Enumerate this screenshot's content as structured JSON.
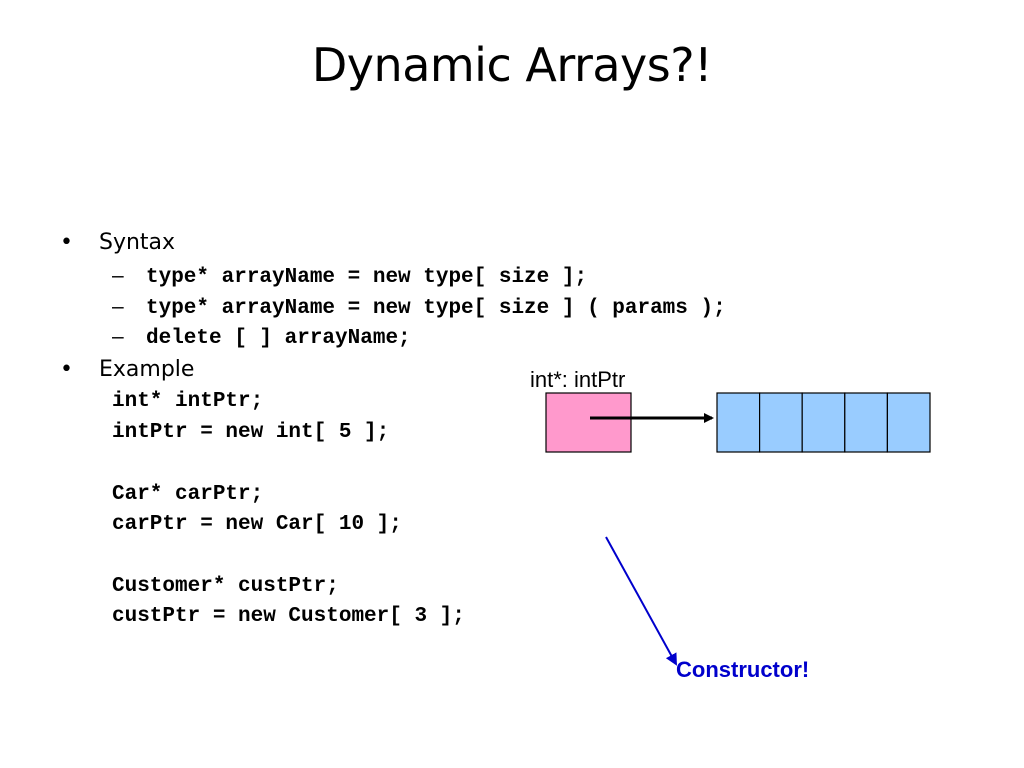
{
  "slide": {
    "title": "Dynamic Arrays?!",
    "bullets": [
      {
        "label": "Syntax",
        "lines": [
          "type* arrayName = new type[ size ];",
          "type* arrayName = new type[ size ] ( params );",
          "delete [ ] arrayName;"
        ]
      },
      {
        "label": "Example",
        "lines": [
          "int* intPtr;",
          "intPtr = new int[ 5 ];",
          "",
          "Car* carPtr;",
          "carPtr = new Car[ 10 ];",
          "",
          "Customer* custPtr;",
          "custPtr = new Customer[ 3 ];"
        ]
      }
    ],
    "bullet_glyph": "•",
    "dash_glyph": "–",
    "diagram": {
      "pointer_label": "int*: intPtr",
      "pointer_box_color": "#ff99cc",
      "array_cells": 5,
      "array_cell_color": "#99ccff",
      "arrow_color": "#000000",
      "annotation_label": "Constructor!",
      "annotation_color": "#0000cc"
    }
  }
}
